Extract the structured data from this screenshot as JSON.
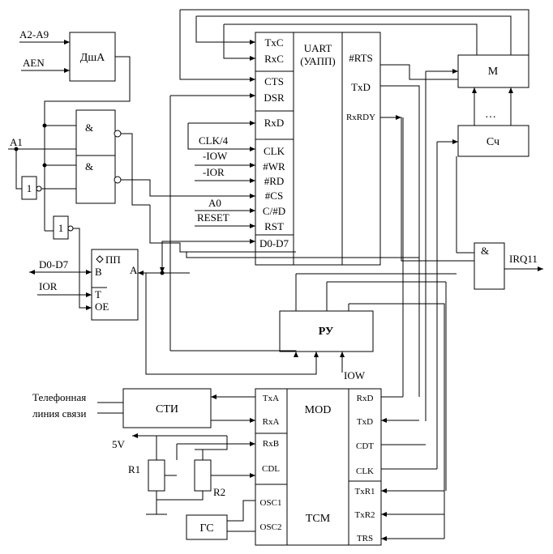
{
  "inputs": {
    "addr": "A2-A9",
    "aen": "AEN",
    "a1": "A1",
    "data": "D0-D7",
    "ior": "IOR",
    "iow": "IOW",
    "clk4": "CLK/4",
    "iow_n": "-IOW",
    "ior_n": "-IOR",
    "a0": "A0",
    "reset": "RESET",
    "vcc": "5V",
    "phone_line_1": "Телефонная",
    "phone_line_2": "линия связи"
  },
  "outputs": {
    "irq": "IRQ11"
  },
  "blocks": {
    "decoder": "ДшА",
    "and_gate": "&",
    "inverter": "1",
    "pp": "ПП",
    "pp_b": "B",
    "pp_a": "A",
    "pp_t": "T",
    "pp_oe": "OE",
    "ru": "РУ",
    "sti": "СТИ",
    "gs": "ГС",
    "m": "M",
    "sch": "Сч",
    "dots": "…",
    "r1": "R1",
    "r2": "R2"
  },
  "uart": {
    "title_1": "UART",
    "title_2": "(УАПП)",
    "left_pins": [
      "TxC",
      "RxC",
      "CTS",
      "DSR",
      "RxD",
      "CLK",
      "#WR",
      "#RD",
      "#CS",
      "C/#D",
      "RST",
      "D0-D7"
    ],
    "right_pins": [
      "#RTS",
      "TxD",
      "RxRDY"
    ]
  },
  "modem": {
    "title_1": "MOD",
    "title_2": "TCM",
    "left_pins": [
      "TxA",
      "RxA",
      "RxB",
      "CDL",
      "OSC1",
      "OSC2"
    ],
    "right_pins": [
      "RxD",
      "TxD",
      "CDT",
      "CLK",
      "TxR1",
      "TxR2",
      "TRS"
    ]
  }
}
